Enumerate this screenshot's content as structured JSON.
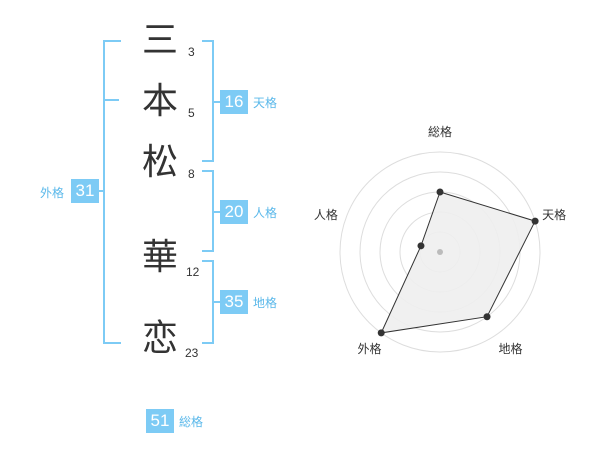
{
  "name": {
    "chars": [
      {
        "char": "三",
        "strokes": "3"
      },
      {
        "char": "本",
        "strokes": "5"
      },
      {
        "char": "松",
        "strokes": "8"
      },
      {
        "char": "華",
        "strokes": "12"
      },
      {
        "char": "恋",
        "strokes": "23"
      }
    ]
  },
  "grids": {
    "tenkaku": {
      "value": "16",
      "label": "天格"
    },
    "jinkaku": {
      "value": "20",
      "label": "人格"
    },
    "chikaku": {
      "value": "35",
      "label": "地格"
    },
    "gaikaku": {
      "value": "31",
      "label": "外格"
    },
    "soukaku": {
      "value": "51",
      "label": "総格"
    }
  },
  "colors": {
    "accent": "#7dcbf5",
    "accent_text": "#5ab8ea",
    "text": "#333333",
    "radar_fill": "#eeeeee",
    "ring": "#dddddd"
  },
  "chart_data": {
    "type": "radar",
    "axes": [
      "総格",
      "天格",
      "地格",
      "外格",
      "人格"
    ],
    "values": [
      3,
      5,
      4,
      5,
      1
    ],
    "max": 5,
    "rings": 5
  }
}
